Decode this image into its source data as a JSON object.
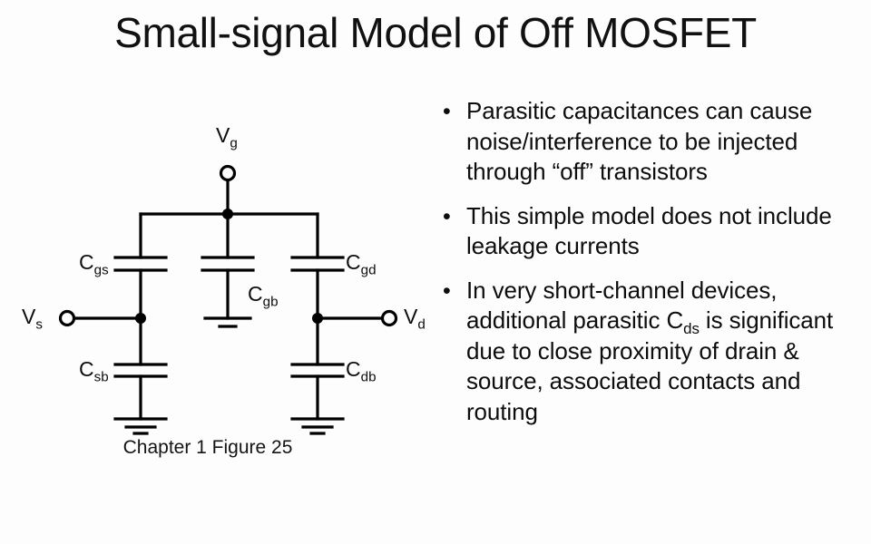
{
  "slide": {
    "title": "Small-signal Model of Off MOSFET",
    "background_color": "#fdfdfd",
    "text_color": "#0d0d0d"
  },
  "figure": {
    "caption": "Chapter 1 Figure 25",
    "terminals": [
      {
        "id": "vg",
        "label_main": "V",
        "label_sub": "g"
      },
      {
        "id": "vs",
        "label_main": "V",
        "label_sub": "s"
      },
      {
        "id": "vd",
        "label_main": "V",
        "label_sub": "d"
      }
    ],
    "capacitors": [
      {
        "id": "cgs",
        "label_main": "C",
        "label_sub": "gs"
      },
      {
        "id": "cgb",
        "label_main": "C",
        "label_sub": "gb"
      },
      {
        "id": "cgd",
        "label_main": "C",
        "label_sub": "gd"
      },
      {
        "id": "csb",
        "label_main": "C",
        "label_sub": "sb"
      },
      {
        "id": "cdb",
        "label_main": "C",
        "label_sub": "db"
      }
    ],
    "grounds": 3,
    "line_color": "#000000"
  },
  "bullets": [
    {
      "marker": "•",
      "pre": "Parasitic capacitances can cause noise/interference to be injected through “off” transistors",
      "sub": "",
      "post": ""
    },
    {
      "marker": "•",
      "pre": "This simple model does not include leakage currents",
      "sub": "",
      "post": ""
    },
    {
      "marker": "•",
      "pre": "In very short-channel devices, additional parasitic C",
      "sub": "ds",
      "post": " is significant due to close proximity of drain & source, associated contacts and routing"
    }
  ]
}
